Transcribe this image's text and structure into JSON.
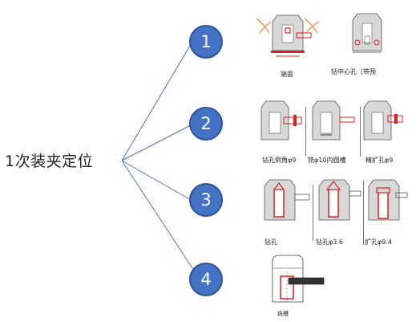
{
  "main_label": "1次装夹定位",
  "steps": [
    {
      "number": "1",
      "captions": [
        "端面",
        "钻中心孔（带预"
      ]
    },
    {
      "number": "2",
      "captions": [
        "钻孔倒角φ9",
        "铣φ10内圆槽",
        "精扩孔φ9"
      ]
    },
    {
      "number": "3",
      "captions": [
        "钻孔",
        "钻孔φ3.6",
        "扩孔φ9.4"
      ]
    },
    {
      "number": "4",
      "captions": [
        "铣槽"
      ]
    }
  ],
  "colors": {
    "node_fill": "#4472c4",
    "line": "#4f73c8",
    "accent": "#e02020",
    "part_hatch": "#666666"
  }
}
